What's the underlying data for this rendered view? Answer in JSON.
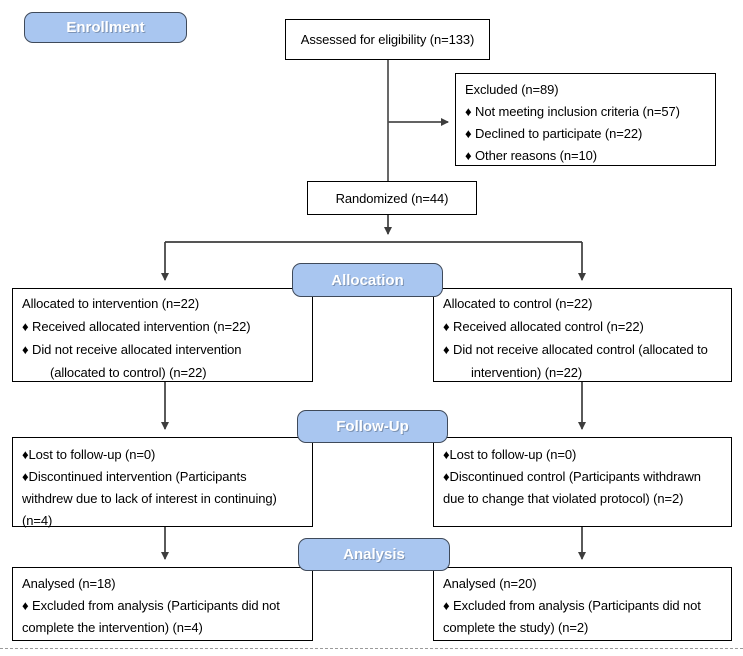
{
  "stages": {
    "enrollment": "Enrollment",
    "allocation": "Allocation",
    "followup": "Follow-Up",
    "analysis": "Analysis"
  },
  "colors": {
    "stage_fill": "#a9c6f0",
    "stage_border": "#3f4a5a",
    "stage_text": "#ffffff",
    "box_fill": "#ffffff",
    "box_border": "#000000",
    "connector_line": "#4d4d4d"
  },
  "boxes": {
    "assessed": {
      "lines": [
        "Assessed for eligibility (n=133)"
      ]
    },
    "excluded": {
      "lines": [
        "Excluded (n=89)",
        "♦  Not meeting inclusion criteria (n=57)",
        "♦  Declined to participate (n=22)",
        "♦  Other reasons (n=10)"
      ]
    },
    "randomized": {
      "lines": [
        "Randomized (n=44)"
      ]
    },
    "alloc_left": {
      "lines": [
        "Allocated to intervention (n=22)",
        "♦ Received allocated intervention (n=22)",
        "♦ Did not receive allocated intervention",
        "(allocated to control) (n=22)"
      ]
    },
    "alloc_right": {
      "lines": [
        "Allocated to control (n=22)",
        "♦ Received allocated control (n=22)",
        "♦ Did not receive allocated control (allocated to",
        "intervention) (n=22)"
      ]
    },
    "followup_left": {
      "lines": [
        "♦Lost to follow-up (n=0)",
        "♦Discontinued intervention (Participants",
        "withdrew due to lack of interest in continuing)",
        "(n=4)"
      ]
    },
    "followup_right": {
      "lines": [
        "♦Lost to follow-up (n=0)",
        "♦Discontinued control (Participants withdrawn",
        "due to change that violated protocol) (n=2)"
      ]
    },
    "analysis_left": {
      "lines": [
        "Analysed (n=18)",
        "♦ Excluded from analysis (Participants did not",
        "complete the intervention) (n=4)"
      ]
    },
    "analysis_right": {
      "lines": [
        "Analysed (n=20)",
        "♦ Excluded from analysis (Participants did not",
        "complete the study) (n=2)"
      ]
    }
  }
}
